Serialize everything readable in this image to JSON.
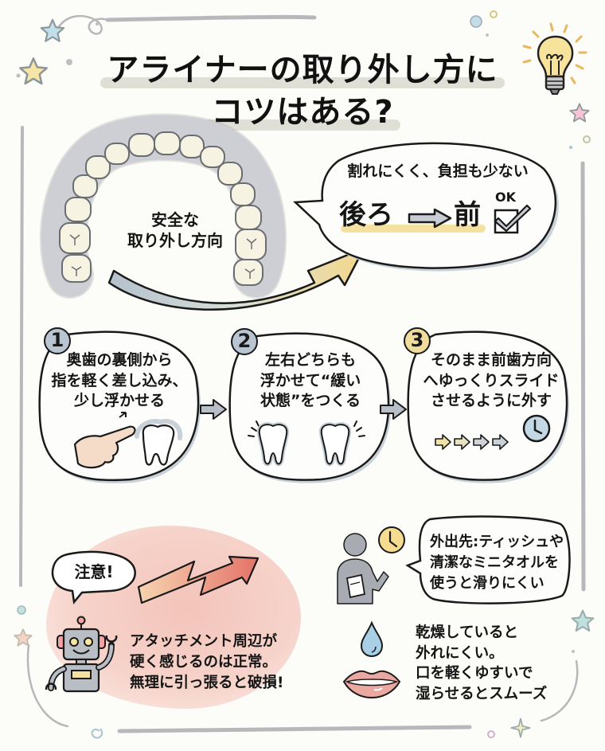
{
  "title": {
    "line1": "アライナーの取り外し方に",
    "line2": "コツはある?"
  },
  "direction": {
    "arch_label_line1": "安全な",
    "arch_label_line2": "取り外し方向",
    "bubble_caption": "割れにくく、負担も少ない",
    "from": "後ろ",
    "to": "前",
    "ok_label": "OK"
  },
  "steps": [
    {
      "number": "1",
      "lines": [
        "奥歯の裏側から",
        "指を軽く差し込み、",
        "少し浮かせる"
      ],
      "badge_color": "#b9c6d2"
    },
    {
      "number": "2",
      "lines": [
        "左右どちらも",
        "浮かせて“緩い",
        "状態”をつくる"
      ],
      "badge_color": "#b9c6d2"
    },
    {
      "number": "3",
      "lines": [
        "そのまま前歯方向",
        "へゆっくりスライド",
        "させるように外す"
      ],
      "badge_color": "#f0dc9c"
    }
  ],
  "caution": {
    "label": "注意!",
    "lines": [
      "アタッチメント周辺が",
      "硬く感じるのは正常。",
      "無理に引っ張ると破損!"
    ]
  },
  "outing_tip": {
    "lines": [
      "外出先:ティッシュや",
      "清潔なミニタオルを",
      "使うと滑りにくい"
    ]
  },
  "moisture_tip": {
    "lines": [
      "乾燥していると",
      "外れにくい。",
      "口を軽くゆすいで",
      "湿らせるとスムーズ"
    ]
  },
  "colors": {
    "background": "#fcfcf8",
    "caution_bg": "#f3c9c0",
    "accent_yellow": "#f0dc9c",
    "accent_blue": "#b9d3e2",
    "frame_gray": "#b8b8bc"
  }
}
